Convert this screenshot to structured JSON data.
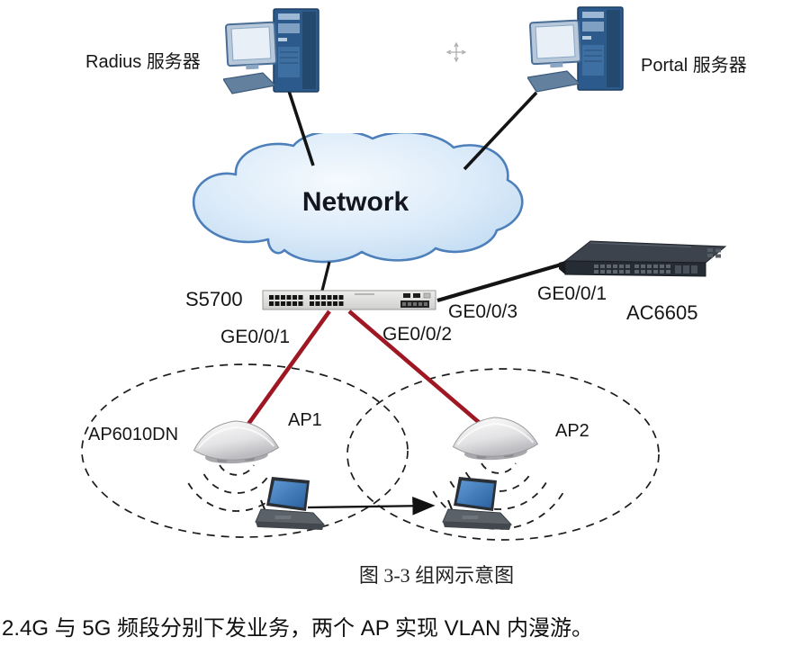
{
  "diagram": {
    "servers": {
      "radius_label": "Radius 服务器",
      "portal_label": "Portal 服务器"
    },
    "cloud_label": "Network",
    "devices": {
      "switch_label": "S5700",
      "controller_label": "AC6605",
      "ap_model_label": "AP6010DN",
      "ap1_label": "AP1",
      "ap2_label": "AP2"
    },
    "port_labels": {
      "switch_to_ap1": "GE0/0/1",
      "switch_to_ap2": "GE0/0/2",
      "switch_to_controller": "GE0/0/3",
      "controller_uplink": "GE0/0/1"
    },
    "caption": "图 3-3 组网示意图",
    "footnote": "2.4G 与 5G 频段分别下发业务，两个 AP 实现 VLAN 内漫游。",
    "colors": {
      "uplink_line": "#141414",
      "ap_line": "#9e1722",
      "cloud_border": "#4d7fba",
      "cloud_fill": "#d9e9f8"
    }
  }
}
